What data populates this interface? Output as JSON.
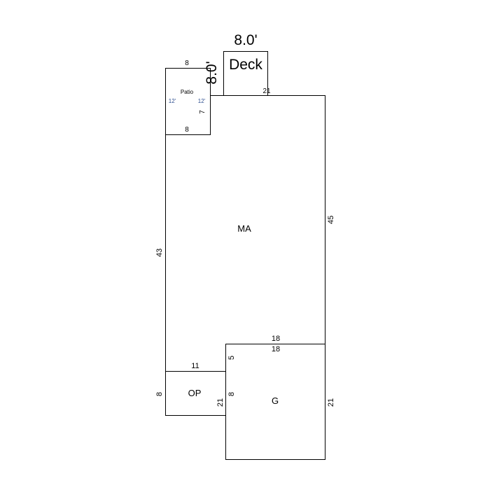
{
  "areas": {
    "main": {
      "label": "MA",
      "dims": {
        "right": "45",
        "left": "43",
        "bottom_right": "18"
      }
    },
    "garage": {
      "label": "G",
      "dims": {
        "top": "18",
        "right": "21",
        "left_upper": "5",
        "left_lower": "8"
      }
    },
    "open_porch": {
      "label": "OP",
      "dims": {
        "top": "11",
        "left": "8",
        "right": "21"
      }
    },
    "patio": {
      "label": "Patio",
      "dims": {
        "top": "8",
        "bottom": "8",
        "right": "7",
        "inner_left": "12'",
        "inner_right": "12'"
      }
    },
    "deck": {
      "label": "Deck",
      "dims": {
        "top": "8.0'",
        "left": "8.0'",
        "bottom": "21"
      }
    }
  }
}
